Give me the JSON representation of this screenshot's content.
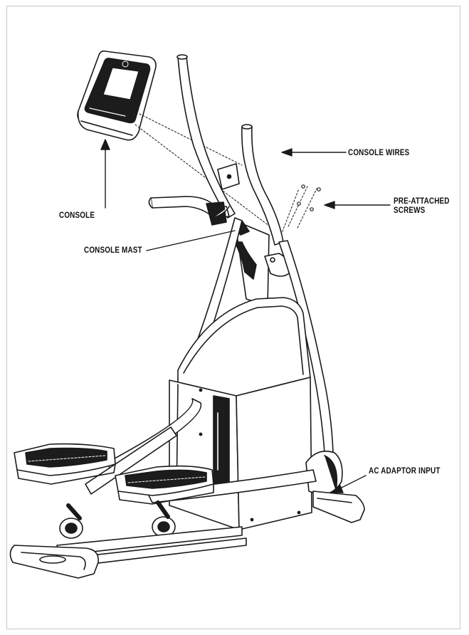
{
  "labels": {
    "console": "CONSOLE",
    "console_mast": "CONSOLE MAST",
    "console_wires": "CONSOLE WIRES",
    "pre_attached_screws": [
      "PRE-ATTACHED",
      "SCREWS"
    ],
    "ac_adaptor_input": "AC ADAPTOR INPUT"
  },
  "colors": {
    "line": "#1a1a1a",
    "fill": "#ffffff",
    "shade": "#2a2a2a",
    "border": "#c8c8c8"
  }
}
